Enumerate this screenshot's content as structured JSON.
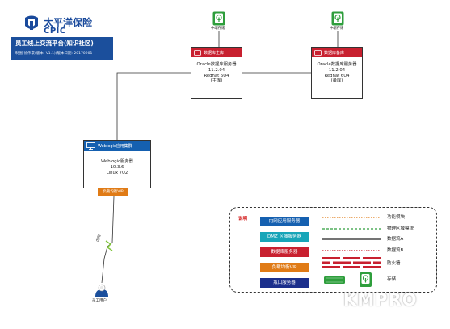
{
  "header": {
    "logo_cn": "太平洋保险",
    "logo_en": "CPIC",
    "title": "员工线上交流平台(知识社区)",
    "meta": "制图:徐伟豪(版本: V1.1)(版本日期: 20170901"
  },
  "storage_main": {
    "label": "中端存储"
  },
  "storage_backup": {
    "label": "中端存储"
  },
  "db_main": {
    "header": "数据库主库",
    "line1": "Oracle数据库服务器",
    "line2": "11.2.04",
    "line3": "Redhat 6U4",
    "line4": "(主库)"
  },
  "db_backup": {
    "header": "数据库备库",
    "line1": "Oracle数据库服务器",
    "line2": "11.2.04",
    "line3": "Redhat 6U4",
    "line4": "(备库)"
  },
  "weblogic": {
    "header": "Weblogic应用集群",
    "line1": "Weblogic服务器",
    "line2": "10.3.6",
    "line3": "Linux 7U2"
  },
  "load_balancer": {
    "label": "负载均衡VIP"
  },
  "internet_link": {
    "label": "内网"
  },
  "user": {
    "label": "员工用户"
  },
  "legend": {
    "title": "说明",
    "boxes": [
      {
        "label": "内网应用服务器",
        "color": "#1560b0"
      },
      {
        "label": "DMZ 区域服务器",
        "color": "#17a5b8"
      },
      {
        "label": "数据库服务器",
        "color": "#c8202f"
      },
      {
        "label": "负载均衡VIP",
        "color": "#e07b16"
      },
      {
        "label": "瓶口服务器",
        "color": "#1b2f8c"
      }
    ],
    "symbols": [
      {
        "label": "功能模块",
        "style": "dotted-orange"
      },
      {
        "label": "物理区域模块",
        "style": "dashed-green"
      },
      {
        "label": "数据流A",
        "style": "solid-black"
      },
      {
        "label": "数据流B",
        "style": "dotted-red"
      },
      {
        "label": "防火墙",
        "style": "firewall"
      },
      {
        "label": "存储",
        "style": "storage"
      }
    ]
  },
  "watermark": "KMPRO",
  "colors": {
    "cpic_blue": "#1a4a9c",
    "db_red": "#c8202f",
    "app_blue": "#1560b0",
    "lb_orange": "#e07b16",
    "storage_green": "#2e9e3c"
  }
}
